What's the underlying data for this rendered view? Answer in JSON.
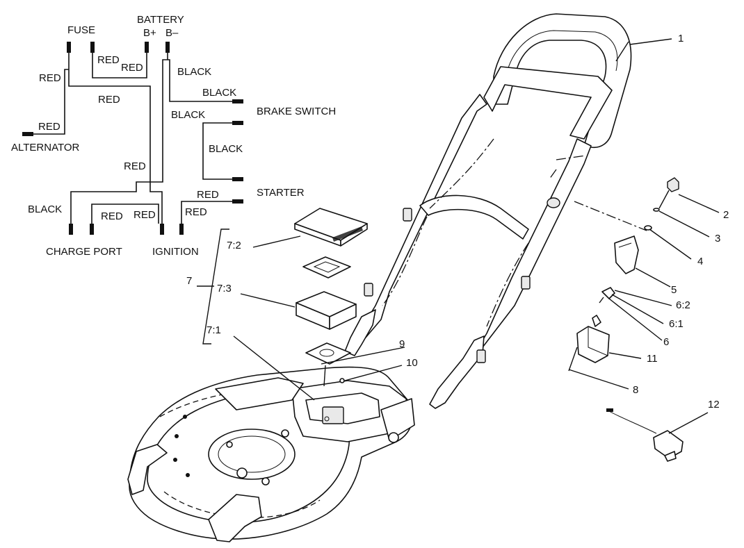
{
  "wiring": {
    "components": {
      "fuse": "FUSE",
      "battery": "BATTERY",
      "battery_pos": "B+",
      "battery_neg": "B–",
      "brake_switch": "BRAKE SWITCH",
      "starter": "STARTER",
      "alternator": "ALTERNATOR",
      "charge_port": "CHARGE PORT",
      "ignition": "IGNITION"
    },
    "wire_labels": {
      "red_fuse_a": "RED",
      "red_fuse_b": "RED",
      "red_left": "RED",
      "red_mid": "RED",
      "red_alt": "RED",
      "red_center": "RED",
      "black_batt": "BLACK",
      "black_brake_a": "BLACK",
      "black_brake_b": "BLACK",
      "black_brake_c": "BLACK",
      "black_charge": "BLACK",
      "red_charge": "RED",
      "red_ign": "RED",
      "red_starter_a": "RED",
      "red_starter_b": "RED"
    }
  },
  "callouts": {
    "c1": "1",
    "c2": "2",
    "c3": "3",
    "c4": "4",
    "c5": "5",
    "c6_2": "6:2",
    "c6_1": "6:1",
    "c6": "6",
    "c7": "7",
    "c7_2": "7:2",
    "c7_3": "7:3",
    "c7_1": "7:1",
    "c8": "8",
    "c9": "9",
    "c10": "10",
    "c11": "11",
    "c12": "12"
  }
}
